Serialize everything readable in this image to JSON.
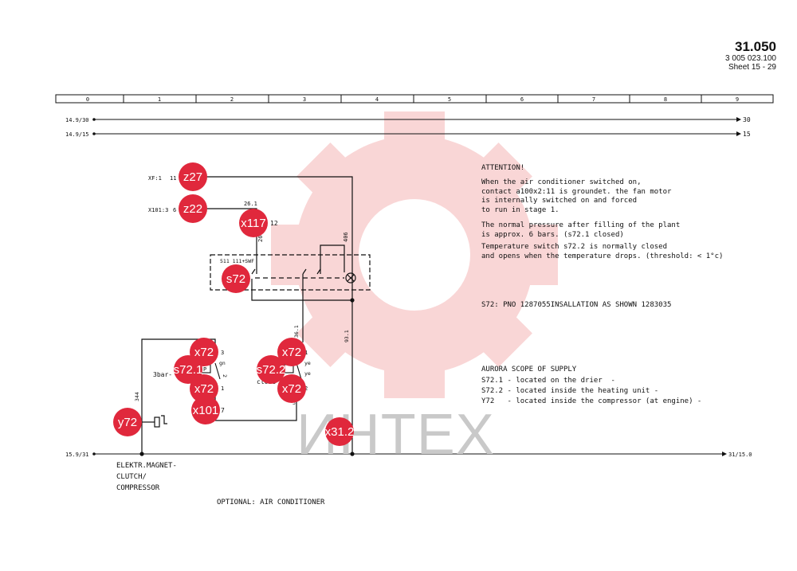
{
  "header": {
    "doc_number": "31.050",
    "part_number": "3 005 023.100",
    "sheet": "Sheet 15 - 29"
  },
  "grid_columns": [
    "0",
    "1",
    "2",
    "3",
    "4",
    "5",
    "6",
    "7",
    "8",
    "9"
  ],
  "rails": {
    "rail_30_left": "14.9/30",
    "rail_30_right": "30",
    "rail_15_left": "14.9/15",
    "rail_15_right": "15",
    "rail_31_left": "15.9/31",
    "rail_31_right": "31/15.0"
  },
  "labels": {
    "xf1": "XF:1",
    "xf1_pin": "11",
    "x101_3": "X101:3",
    "x101_3_pin": "6",
    "w26_1": "26.1",
    "x117_pin": "12",
    "w26": "26",
    "w406": "406",
    "s72_part": "511 111+SWF",
    "w36_1": "36.1",
    "w93_1": "93.1",
    "w344": "344",
    "p3": "3",
    "gn": "gn",
    "p2": "2",
    "p1": "1",
    "p7": "7",
    "sw_p": "P",
    "bar3": "3bar-",
    "close_a": "close",
    "close_b": "close",
    "q1": "1",
    "ye_a": "ye",
    "ye_b": "ye",
    "q2": "2",
    "q3": "3"
  },
  "notes": {
    "attention": "ATTENTION!",
    "p1": "When the air conditioner switched on,\ncontact a100x2:11 is groundet. the fan motor\nis internally switched on and forced\nto run in stage 1.",
    "p2": "The normal pressure after filling of the plant\nis approx. 6 bars. (s72.1 closed)",
    "p3": "Temperature switch s72.2 is normally closed\nand opens when the temperature drops. (threshold: < 1°c)",
    "s72": "S72: PNO 1287055INSALLATION AS SHOWN 1283035",
    "scope_title": "AURORA SCOPE OF SUPPLY",
    "scope_1": "S72.1 - located on the drier  -",
    "scope_2": "S72.2 - located inside the heating unit -",
    "scope_3": "Y72   - located inside the compressor (at engine) -"
  },
  "footer": {
    "clutch_1": "ELEKTR.MAGNET-",
    "clutch_2": "CLUTCH/",
    "clutch_3": "COMPRESSOR",
    "optional": "OPTIONAL: AIR CONDITIONER"
  },
  "badges": [
    "z27",
    "z22",
    "x117",
    "s72",
    "x72",
    "x72",
    "s72.1",
    "s72.2",
    "x72",
    "x72",
    "x101",
    "y72",
    "x31.2"
  ],
  "watermark": "ИНТЕХ",
  "colors": {
    "badge": "#e0283c",
    "watermark_gear": "#f9d6d6",
    "watermark_text": "#c9c9c9",
    "line": "#111111"
  }
}
